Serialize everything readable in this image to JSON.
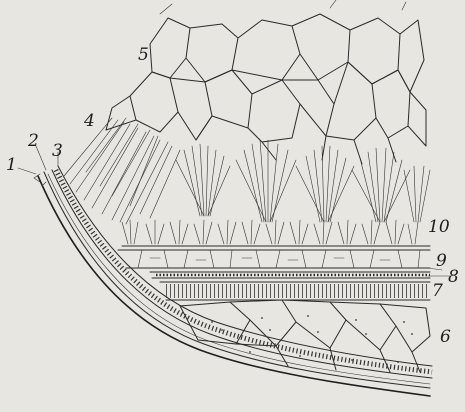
{
  "figure": {
    "labels": [
      {
        "id": "1",
        "text": "1"
      },
      {
        "id": "2",
        "text": "2"
      },
      {
        "id": "3",
        "text": "3"
      },
      {
        "id": "4",
        "text": "4"
      },
      {
        "id": "5",
        "text": "5"
      },
      {
        "id": "6",
        "text": "6"
      },
      {
        "id": "7",
        "text": "7"
      },
      {
        "id": "8",
        "text": "8"
      },
      {
        "id": "9",
        "text": "9"
      },
      {
        "id": "10",
        "text": "10"
      }
    ],
    "colors": {
      "paper": "#e7e6e1",
      "ink": "#2a2a2a"
    }
  }
}
